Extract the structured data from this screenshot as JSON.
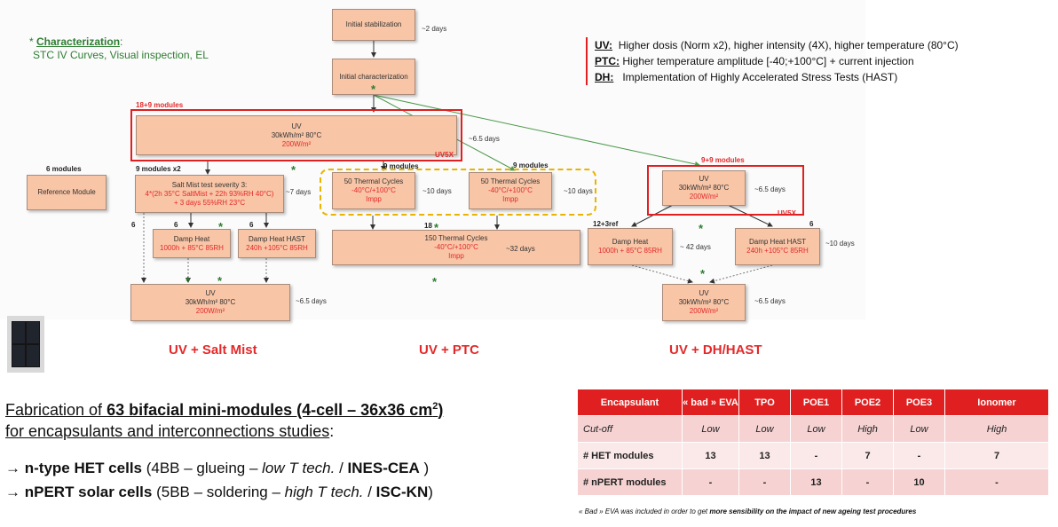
{
  "characterization": {
    "star": "*",
    "title": "Characterization",
    "colon": ":",
    "details": "STC IV Curves, Visual inspection, EL"
  },
  "legend": [
    {
      "key": "UV:",
      "text": "Higher dosis (Norm x2), higher intensity (4X), higher temperature (80°C)"
    },
    {
      "key": "PTC:",
      "text": "Higher temperature amplitude [-40;+100°C] + current injection"
    },
    {
      "key": "DH:",
      "text": "Implementation of Highly Accelerated Stress Tests (HAST)"
    }
  ],
  "flow": {
    "star": "*",
    "init_stab": {
      "label": "Initial stabilization",
      "duration": "~2 days"
    },
    "init_char": {
      "label": "Initial characterization"
    },
    "uv_main": {
      "count": "18+9 modules",
      "l1": "UV",
      "l2": "30kWh/m² 80°C",
      "l3": "200W/m²",
      "duration": "~6.5 days",
      "tag": "UV5X"
    },
    "reference": {
      "count": "6 modules",
      "label": "Reference Module"
    },
    "salt_mist": {
      "count": "9 modules x2",
      "l1": "Salt Mist test severity 3:",
      "l2": "4*(2h 35°C SaltMist + 22h 93%RH 40°C)",
      "l3": "+ 3 days 55%RH 23°C",
      "duration": "~7 days"
    },
    "tc50a": {
      "count": "9 modules",
      "l1": "50 Thermal Cycles",
      "l2": "-40°C/+100°C",
      "l3": "Impp",
      "duration": "~10 days"
    },
    "tc50b": {
      "count": "9 modules",
      "l1": "50 Thermal Cycles",
      "l2": "-40°C/+100°C",
      "l3": "Impp",
      "duration": "~10 days"
    },
    "uv_right": {
      "count": "9+9 modules",
      "l1": "UV",
      "l2": "30kWh/m² 80°C",
      "l3": "200W/m²",
      "duration": "~6.5 days",
      "tag": "UV5X"
    },
    "dh_left": {
      "count": "6",
      "l1": "Damp Heat",
      "l2": "1000h + 85°C 85RH"
    },
    "hast_left": {
      "count": "6",
      "l1": "Damp Heat HAST",
      "l2": "240h +105°C 85RH"
    },
    "left_count": "6",
    "tc150": {
      "count": "18",
      "l1": "150 Thermal Cycles",
      "l2": "-40°C/+100°C",
      "l3": "Impp",
      "duration": "~32 days"
    },
    "dh_right": {
      "count": "12+3ref",
      "l1": "Damp Heat",
      "l2": "1000h + 85°C 85RH",
      "duration": "~ 42 days"
    },
    "hast_right": {
      "count": "6",
      "l1": "Damp Heat HAST",
      "l2": "240h +105°C 85RH",
      "duration": "~10 days"
    },
    "uv_bottom_left": {
      "l1": "UV",
      "l2": "30kWh/m² 80°C",
      "l3": "200W/m²",
      "duration": "~6.5 days"
    },
    "uv_bottom_right": {
      "l1": "UV",
      "l2": "30kWh/m² 80°C",
      "l3": "200W/m²",
      "duration": "~6.5 days"
    }
  },
  "groups": [
    "UV + Salt Mist",
    "UV + PTC",
    "UV + DH/HAST"
  ],
  "fabrication": {
    "line1_pre": "Fabrication of ",
    "line1_bold": "63 bifacial mini-modules (4-cell – 36x36 cm",
    "line1_sup": "2",
    "line1_close": ")",
    "line2": "for encapsulants and interconnections studies",
    "line2_tail": ":"
  },
  "bullets": [
    {
      "arrow": "→",
      "bold": "n-type  HET cells",
      "mid": " (4BB – glueing – ",
      "ital": "low T tech.",
      "sep": " / ",
      "bold2": "INES-CEA",
      "end": " )"
    },
    {
      "arrow": "→",
      "bold": "nPERT solar cells",
      "mid": " (5BB – soldering – ",
      "ital": "high T tech.",
      "sep": " / ",
      "bold2": "ISC-KN",
      "end": ")"
    }
  ],
  "table": {
    "headers": [
      "Encapsulant",
      "« bad » EVA",
      "TPO",
      "POE1",
      "POE2",
      "POE3",
      "Ionomer"
    ],
    "rows": [
      [
        "Cut-off",
        "Low",
        "Low",
        "Low",
        "High",
        "Low",
        "High"
      ],
      [
        "# HET modules",
        "13",
        "13",
        "-",
        "7",
        "-",
        "7"
      ],
      [
        "# nPERT modules",
        "-",
        "-",
        "13",
        "-",
        "10",
        "-"
      ]
    ]
  },
  "note": {
    "pre": "« Bad » EVA was included in order to get ",
    "bold": "more sensibility on the impact of new ageing test procedures"
  },
  "colors": {
    "accent_red": "#e02020",
    "box_fill": "#f8c5a6",
    "green": "#2e7d32",
    "yellow": "#e8b400"
  }
}
